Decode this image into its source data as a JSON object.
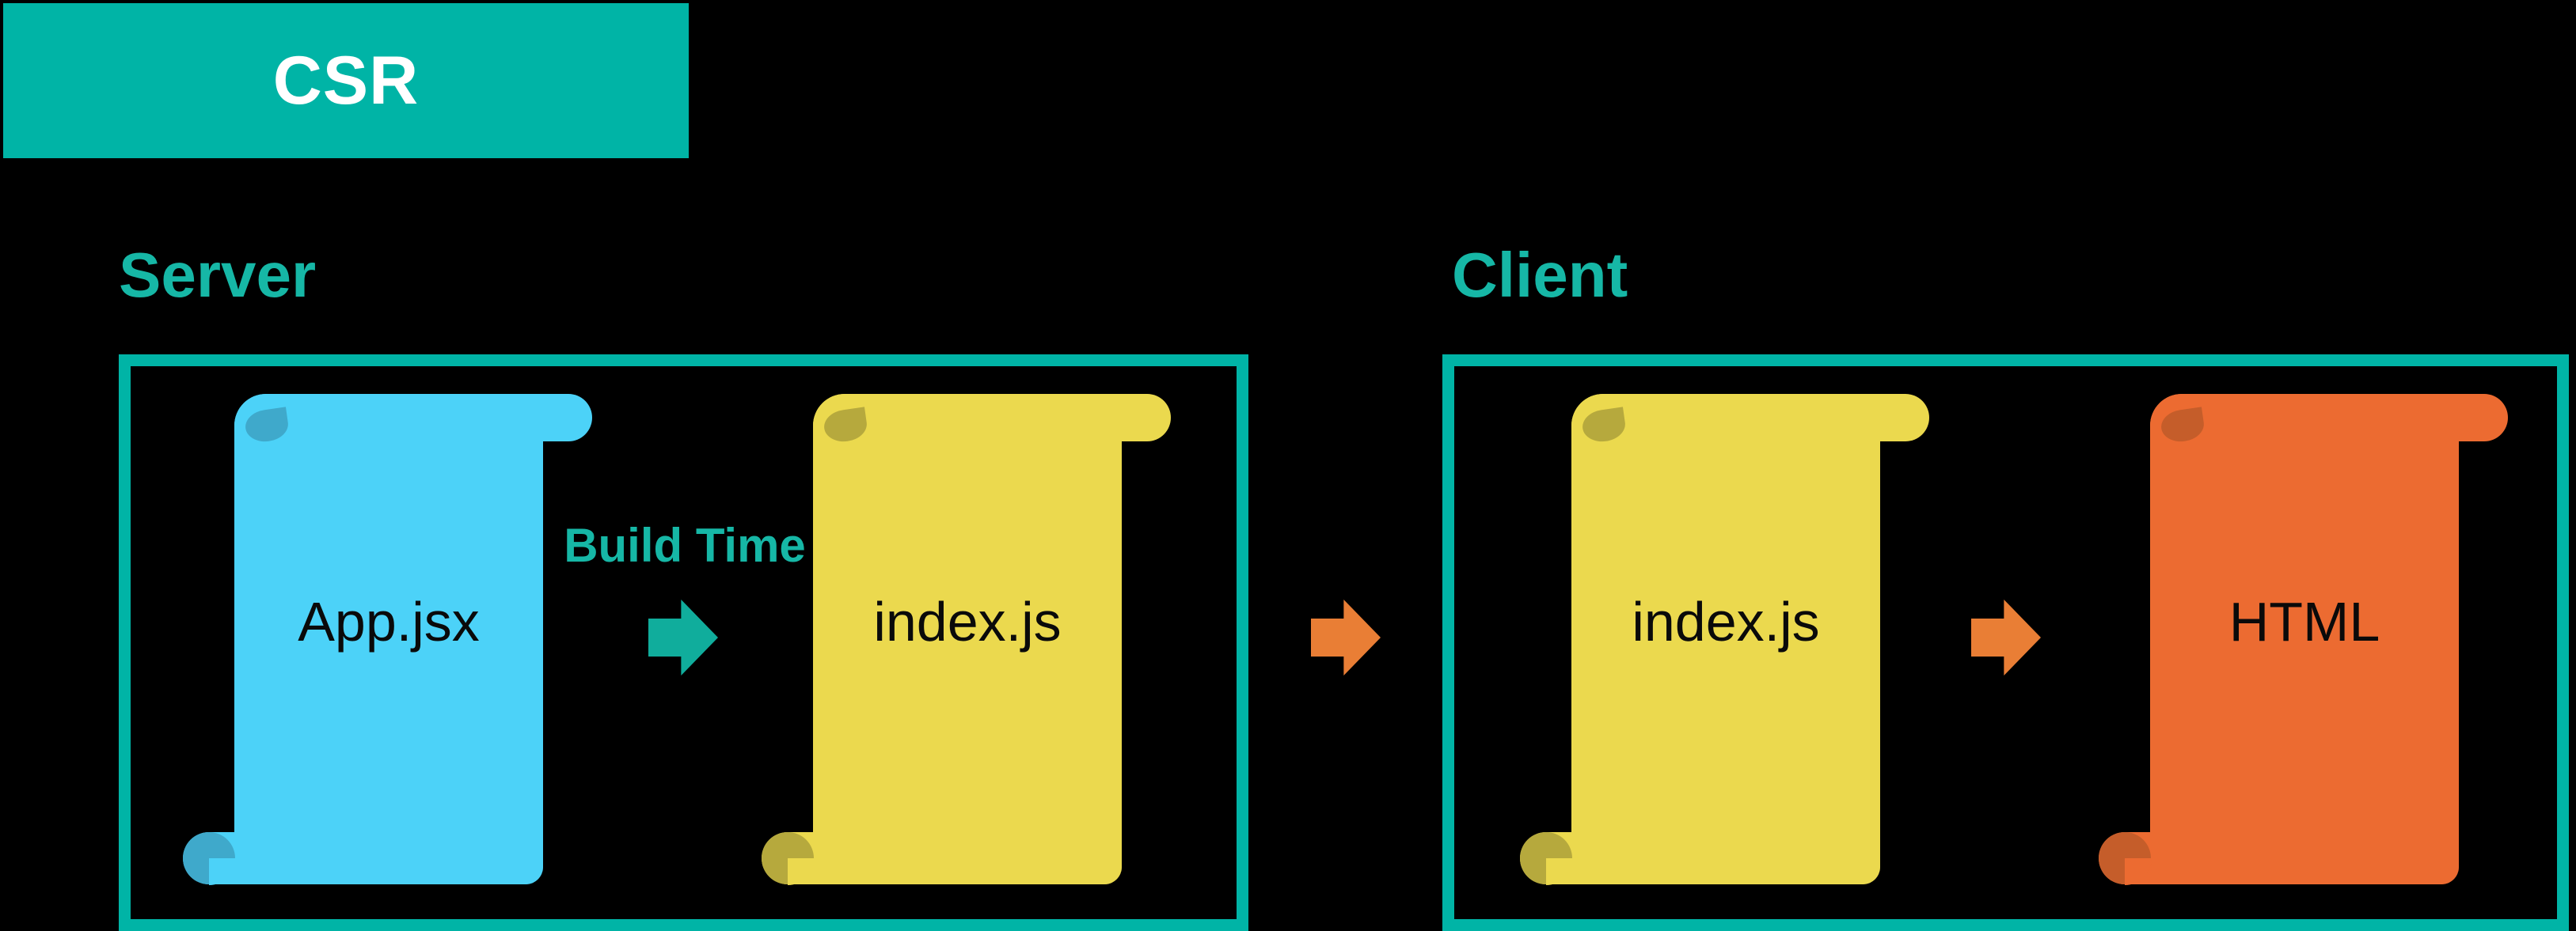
{
  "badge": {
    "label": "CSR"
  },
  "server": {
    "label": "Server",
    "file1": "App.jsx",
    "file2": "index.js",
    "arrow_label": "Build Time"
  },
  "client": {
    "label": "Client",
    "file1": "index.js",
    "file2": "HTML"
  },
  "icons": {
    "file": "scroll-parchment",
    "flow": "block-arrow-right"
  },
  "colors": {
    "background": "#000000",
    "teal": "#00B4A6",
    "teal_text": "#16B7A6",
    "teal_arrow": "#10AD9C",
    "orange_arrow": "#E97E35",
    "blue": "#4CD2F8",
    "blue_dark": "#3FA9CB",
    "yellow": "#EBD94E",
    "yellow_dark": "#B6A93D",
    "orange": "#EC6B31",
    "orange_dark": "#C55D2A",
    "badge_text": "#FFFFFF",
    "scroll_text": "#0A0A0A"
  }
}
